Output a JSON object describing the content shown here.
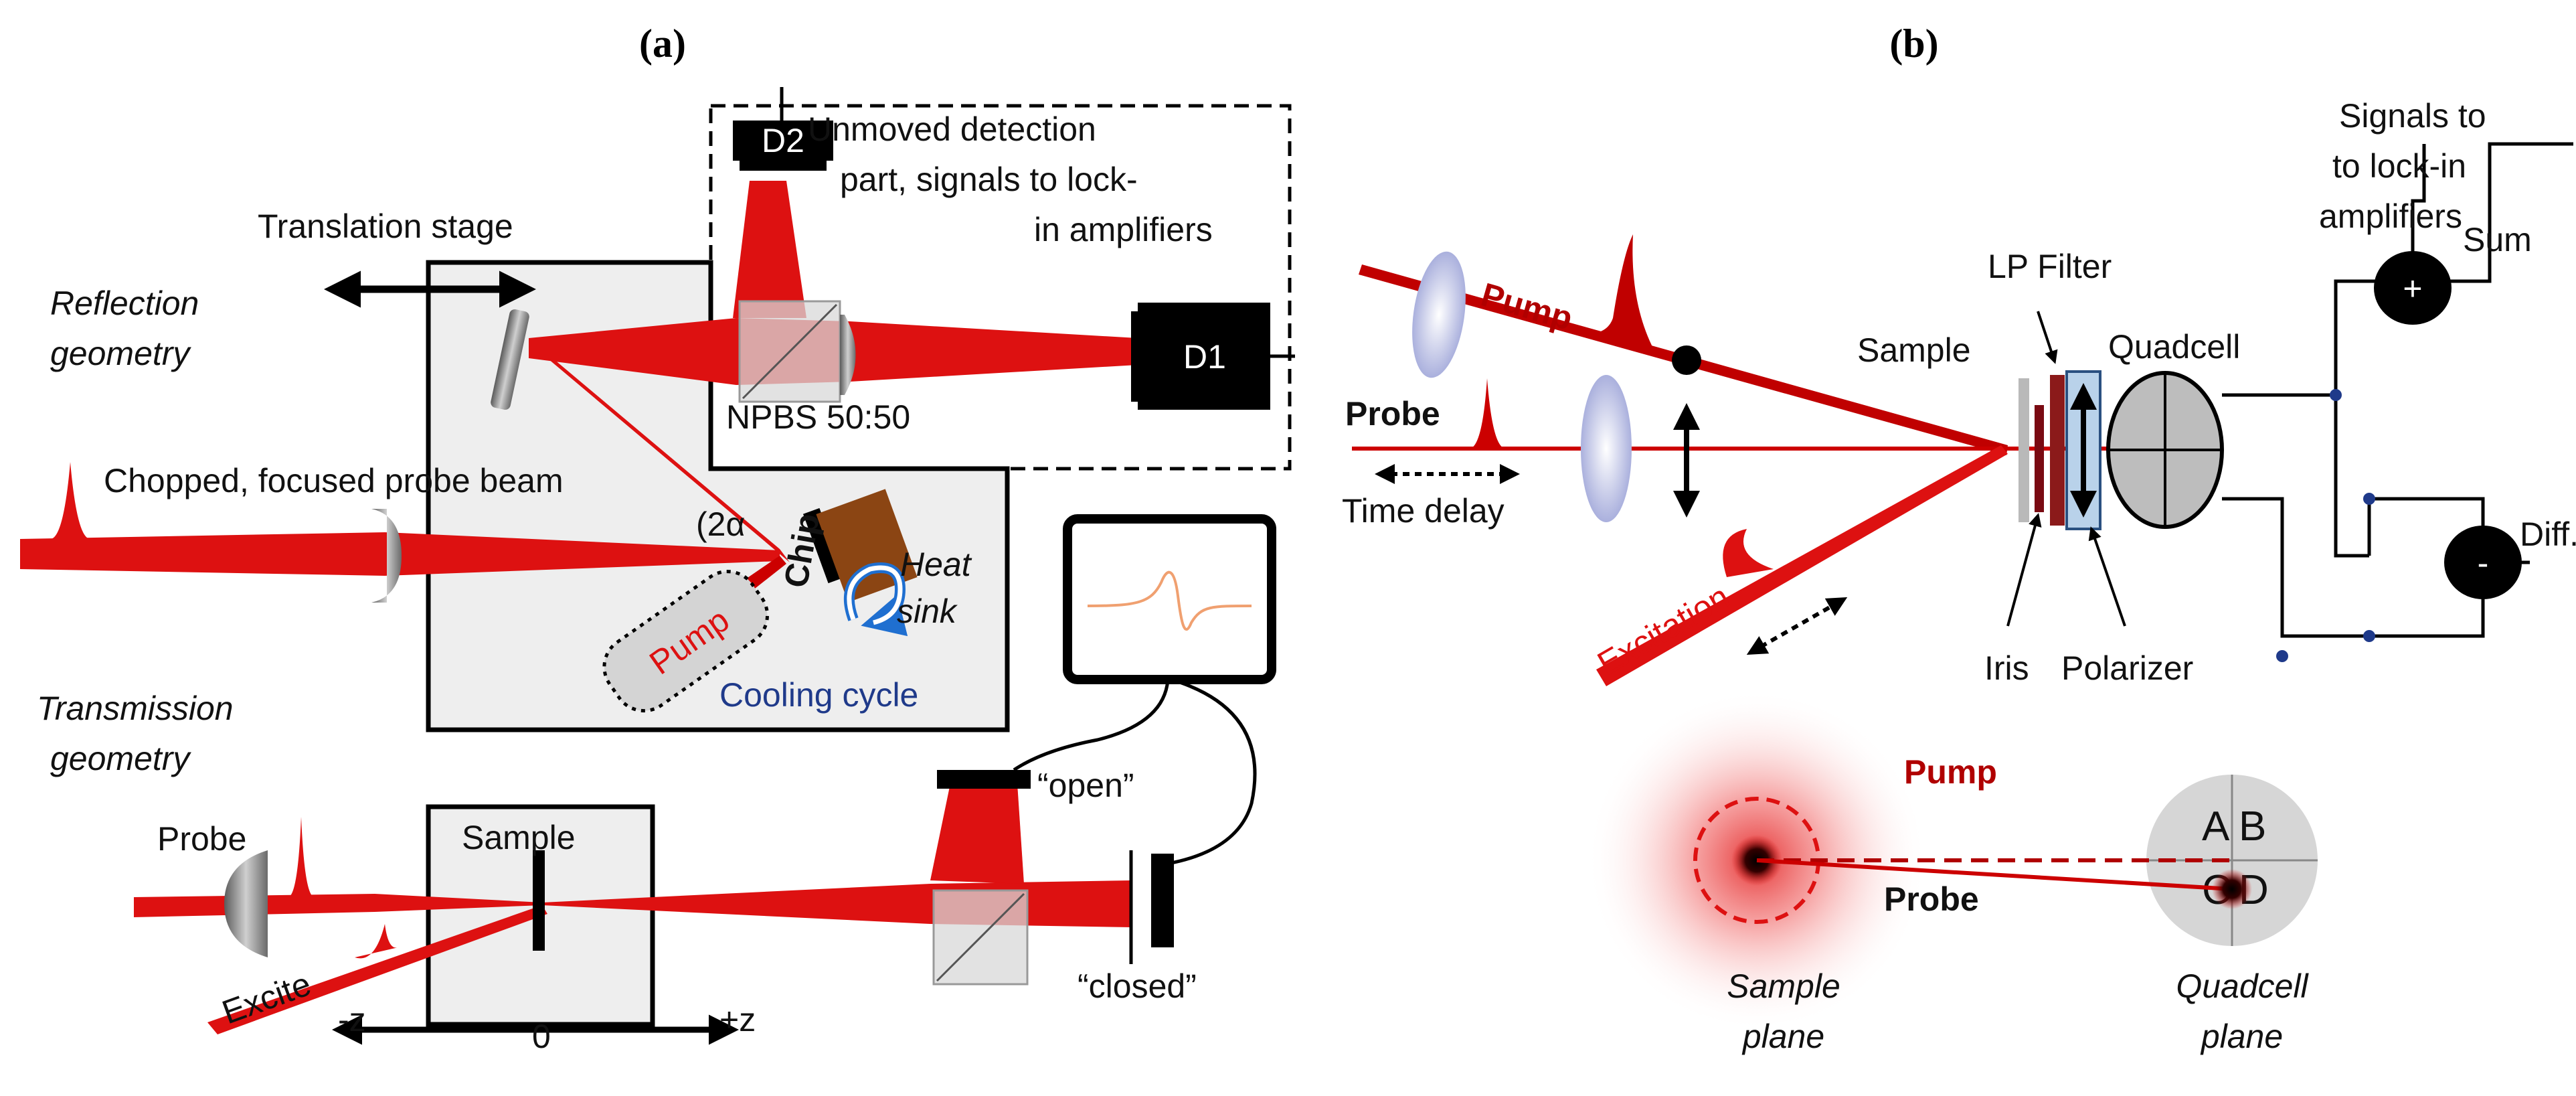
{
  "colors": {
    "beam": "#dd1111",
    "dark_beam": "#b00000",
    "stage_fill": "#eeeeee",
    "optic_gray": "#9a9a9a",
    "lens_blue": "#c9cbe8",
    "cooling_blue": "#1f3a8a",
    "signal_orange": "#f0a070"
  },
  "panel_a": {
    "panel_label": "(a)",
    "detector_d2": "D2",
    "detector_d1": "D1",
    "detection_box_label": [
      "Unmoved detection",
      "part, signals to lock-",
      "in amplifiers"
    ],
    "translation_stage": "Translation stage",
    "reflection_geometry": [
      "Reflection",
      "geometry"
    ],
    "npbs": "NPBS 50:50",
    "probe_beam_label": "Chopped, focused probe beam",
    "angle": "(2α",
    "chip": "Chip",
    "heat_sink": [
      "Heat",
      "sink"
    ],
    "pump": "Pump",
    "cooling_cycle": "Cooling cycle",
    "transmission_geometry": [
      "Transmission",
      "geometry"
    ],
    "probe": "Probe",
    "sample": "Sample",
    "excite": "Excite",
    "open": "“open”",
    "closed": "“closed”",
    "axis_minus": "-z",
    "axis_zero": "0",
    "axis_plus": "+z"
  },
  "panel_b": {
    "panel_label": "(b)",
    "signals_label": [
      "Signals to",
      "to lock-in",
      "amplifiers"
    ],
    "sum": "Sum",
    "diff": "Diff.",
    "plus": "+",
    "minus": "-",
    "pump": "Pump",
    "probe": "Probe",
    "time_delay": "Time delay",
    "sample": "Sample",
    "lp_filter": "LP Filter",
    "quadcell": "Quadcell",
    "excitation": "Excitation",
    "iris": "Iris",
    "polarizer": "Polarizer",
    "inset_pump": "Pump",
    "inset_probe": "Probe",
    "quadrants": [
      "A",
      "B",
      "C",
      "D"
    ],
    "sample_plane": [
      "Sample",
      "plane"
    ],
    "quadcell_plane": [
      "Quadcell",
      "plane"
    ]
  }
}
